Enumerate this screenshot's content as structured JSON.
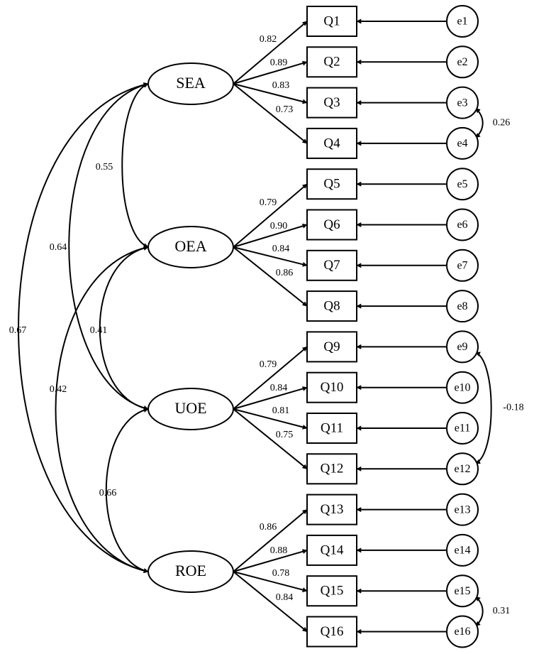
{
  "title": "Confirmatory factor analysis path diagram",
  "latent_factors": [
    {
      "id": "SEA",
      "label": "SEA",
      "items": [
        "Q1",
        "Q2",
        "Q3",
        "Q4"
      ],
      "loadings": [
        "0.82",
        "0.89",
        "0.83",
        "0.73"
      ]
    },
    {
      "id": "OEA",
      "label": "OEA",
      "items": [
        "Q5",
        "Q6",
        "Q7",
        "Q8"
      ],
      "loadings": [
        "0.79",
        "0.90",
        "0.84",
        "0.86"
      ]
    },
    {
      "id": "UOE",
      "label": "UOE",
      "items": [
        "Q9",
        "Q10",
        "Q11",
        "Q12"
      ],
      "loadings": [
        "0.79",
        "0.84",
        "0.81",
        "0.75"
      ]
    },
    {
      "id": "ROE",
      "label": "ROE",
      "items": [
        "Q13",
        "Q14",
        "Q15",
        "Q16"
      ],
      "loadings": [
        "0.86",
        "0.88",
        "0.78",
        "0.84"
      ]
    }
  ],
  "observed_items": [
    "Q1",
    "Q2",
    "Q3",
    "Q4",
    "Q5",
    "Q6",
    "Q7",
    "Q8",
    "Q9",
    "Q10",
    "Q11",
    "Q12",
    "Q13",
    "Q14",
    "Q15",
    "Q16"
  ],
  "error_terms": [
    "e1",
    "e2",
    "e3",
    "e4",
    "e5",
    "e6",
    "e7",
    "e8",
    "e9",
    "e10",
    "e11",
    "e12",
    "e13",
    "e14",
    "e15",
    "e16"
  ],
  "factor_correlations": [
    {
      "from": "SEA",
      "to": "OEA",
      "value": "0.55"
    },
    {
      "from": "SEA",
      "to": "UOE",
      "value": "0.64"
    },
    {
      "from": "SEA",
      "to": "ROE",
      "value": "0.67"
    },
    {
      "from": "OEA",
      "to": "UOE",
      "value": "0.41"
    },
    {
      "from": "OEA",
      "to": "ROE",
      "value": "0.42"
    },
    {
      "from": "UOE",
      "to": "ROE",
      "value": "0.66"
    }
  ],
  "error_covariances": [
    {
      "from": "e3",
      "to": "e4",
      "value": "0.26"
    },
    {
      "from": "e9",
      "to": "e12",
      "value": "-0.18"
    },
    {
      "from": "e15",
      "to": "e16",
      "value": "0.31"
    }
  ]
}
